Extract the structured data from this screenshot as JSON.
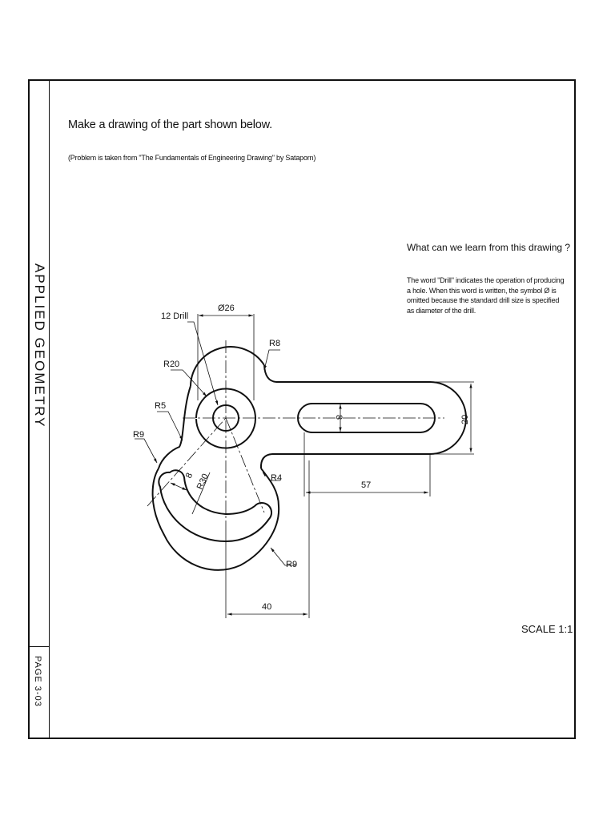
{
  "sidebar": {
    "title": "APPLIED GEOMETRY",
    "page": "PAGE 3-03"
  },
  "header": {
    "instruction": "Make a drawing of the part shown below.",
    "source": "(Problem is taken from \"The Fundamentals of Engineering Drawing\" by Sataporn)"
  },
  "note": {
    "title": "What can we learn from this drawing ?",
    "text": "The word \"Drill\" indicates the operation of producing a hole. When this word is written, the symbol Ø is omitted because the standard drill size is specified as diameter of the drill."
  },
  "drawing": {
    "labels": {
      "drill": "12 Drill",
      "dia": "Ø26",
      "r8": "R8",
      "r20": "R20",
      "r5": "R5",
      "r9_left": "R9",
      "r4": "R4",
      "r30": "R30",
      "eight_left": "8",
      "eight_slot": "8",
      "twenty": "20",
      "fiftyseven": "57",
      "forty": "40",
      "r9_bottom": "R9"
    },
    "scale": "SCALE 1:1"
  }
}
